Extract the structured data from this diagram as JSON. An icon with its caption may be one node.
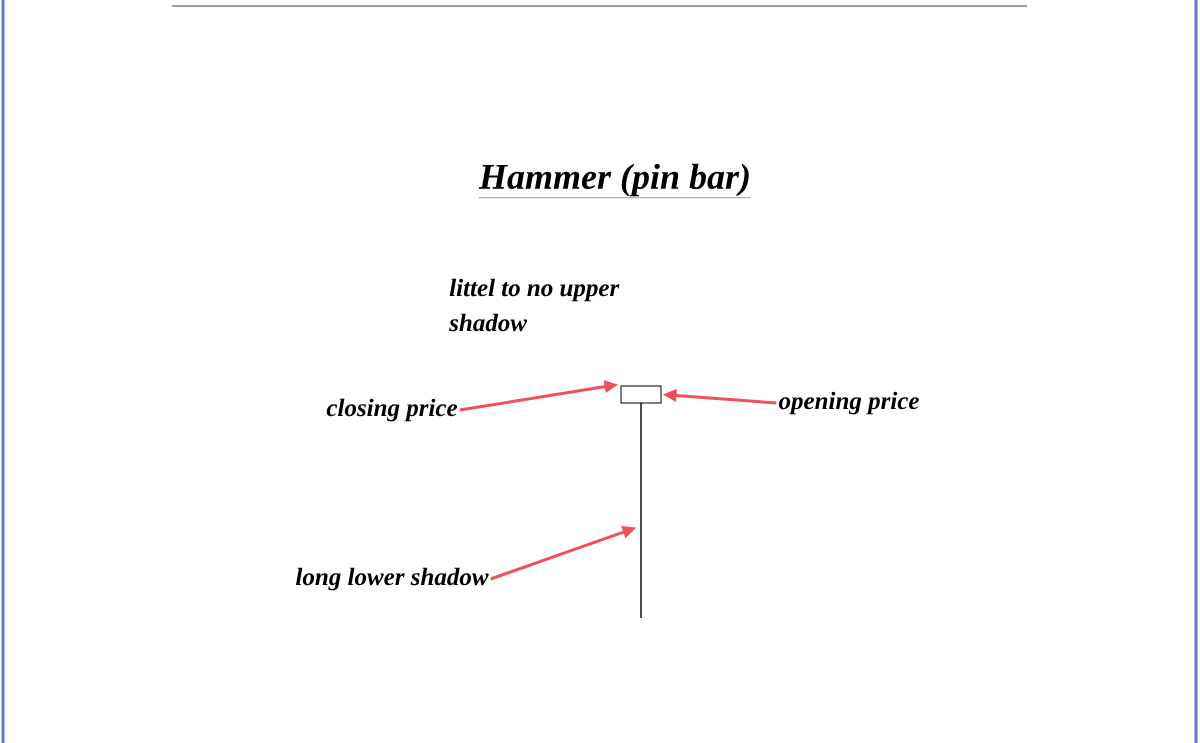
{
  "diagram": {
    "title": "Hammer (pin bar)",
    "nodes": [
      {
        "text": [
          "closing price"
        ]
      },
      {
        "text": [
          "opening price"
        ]
      },
      {
        "text": [
          "long lower shadow"
        ]
      },
      {
        "text": [],
        "shape": "box"
      },
      {
        "text": [],
        "shape": "bar"
      }
    ],
    "edges": [
      {
        "from": 0,
        "to": 3,
        "arrow": "to"
      },
      {
        "from": 1,
        "to": 3,
        "arrow": "to"
      },
      {
        "from": 2,
        "to": 4,
        "arrow": "to"
      }
    ],
    "labels": [
      "littel to no upper shadow"
    ]
  }
}
